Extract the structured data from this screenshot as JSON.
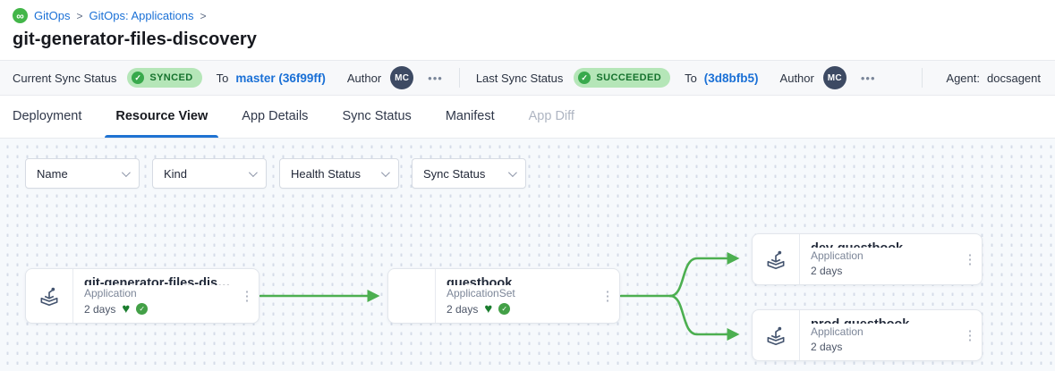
{
  "breadcrumb": {
    "logo_glyph": "∞",
    "items": [
      {
        "label": "GitOps"
      },
      {
        "label": "GitOps: Applications"
      }
    ],
    "separator": ">"
  },
  "page_title": "git-generator-files-discovery",
  "status_bar": {
    "current": {
      "label": "Current Sync Status",
      "badge": "SYNCED",
      "to": "To",
      "revision": "master (36f99ff)",
      "author_label": "Author",
      "author_initials": "MC"
    },
    "last": {
      "label": "Last Sync Status",
      "badge": "SUCCEEDED",
      "to": "To",
      "revision": "(3d8bfb5)",
      "author_label": "Author",
      "author_initials": "MC"
    },
    "agent_label": "Agent:",
    "agent_value": "docsagent"
  },
  "tabs": [
    {
      "label": "Deployment"
    },
    {
      "label": "Resource View",
      "active": true
    },
    {
      "label": "App Details"
    },
    {
      "label": "Sync Status"
    },
    {
      "label": "Manifest"
    },
    {
      "label": "App Diff",
      "disabled": true
    }
  ],
  "filters": [
    {
      "label": "Name"
    },
    {
      "label": "Kind"
    },
    {
      "label": "Health Status"
    },
    {
      "label": "Sync Status"
    }
  ],
  "graph": {
    "nodes": [
      {
        "name": "git-generator-files-discovery",
        "kind": "Application",
        "age": "2 days",
        "healthy": true,
        "synced": true
      },
      {
        "name": "guestbook",
        "kind": "ApplicationSet",
        "age": "2 days",
        "healthy": true,
        "synced": true
      },
      {
        "name": "dev-guestbook",
        "kind": "Application",
        "age": "2 days"
      },
      {
        "name": "prod-guestbook",
        "kind": "Application",
        "age": "2 days"
      }
    ]
  },
  "icons": {
    "kebab": "⋮",
    "more": "•••",
    "check": "✓",
    "heart": "♥"
  },
  "colors": {
    "link_blue": "#1a70d6",
    "badge_bg": "#b5e6b8",
    "badge_text": "#15722d",
    "badge_check_bg": "#38a94c",
    "edge_green": "#4caf50",
    "avatar_bg": "#3d4a63",
    "tab_active_underline": "#1f73d2",
    "logo_green": "#43b649",
    "graph_bg": "#f6f9fc"
  }
}
